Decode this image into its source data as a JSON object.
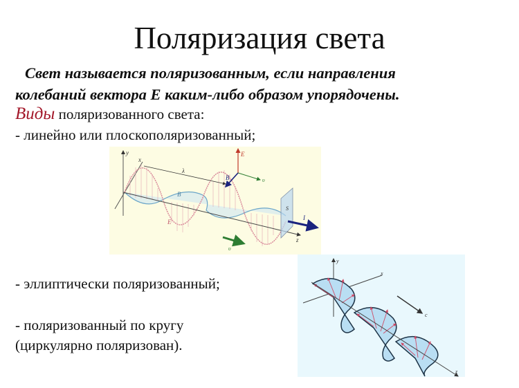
{
  "slide": {
    "title": "Поляризация света",
    "definition": {
      "line1": "Свет называется поляризованным, если направления",
      "line2": "колебаний вектора Е каким-либо образом упорядочены."
    },
    "kinds_heading": {
      "highlight": "Виды",
      "rest": " поляризованного света:"
    },
    "items": [
      "- линейно  или плоскополяризованный;",
      "- эллиптически поляризованный;",
      "- поляризованный по кругу",
      " (циркулярно поляризован)."
    ],
    "colors": {
      "highlight": "#a3182a",
      "fig1_background": "#fdfce3",
      "fig2_background": "#e9f8fd",
      "e_field": "#d98a9a",
      "b_field": "#6aa5c8"
    }
  },
  "figures": {
    "linear_wave": {
      "labels": {
        "y": "y",
        "x": "x",
        "z": "z",
        "lambda": "λ",
        "E": "E",
        "B": "B",
        "v": "υ",
        "I": "I",
        "S": "S"
      }
    },
    "circular_wave": {
      "labels": {
        "y": "y",
        "x": "x",
        "z": "z",
        "c": "c"
      }
    }
  }
}
